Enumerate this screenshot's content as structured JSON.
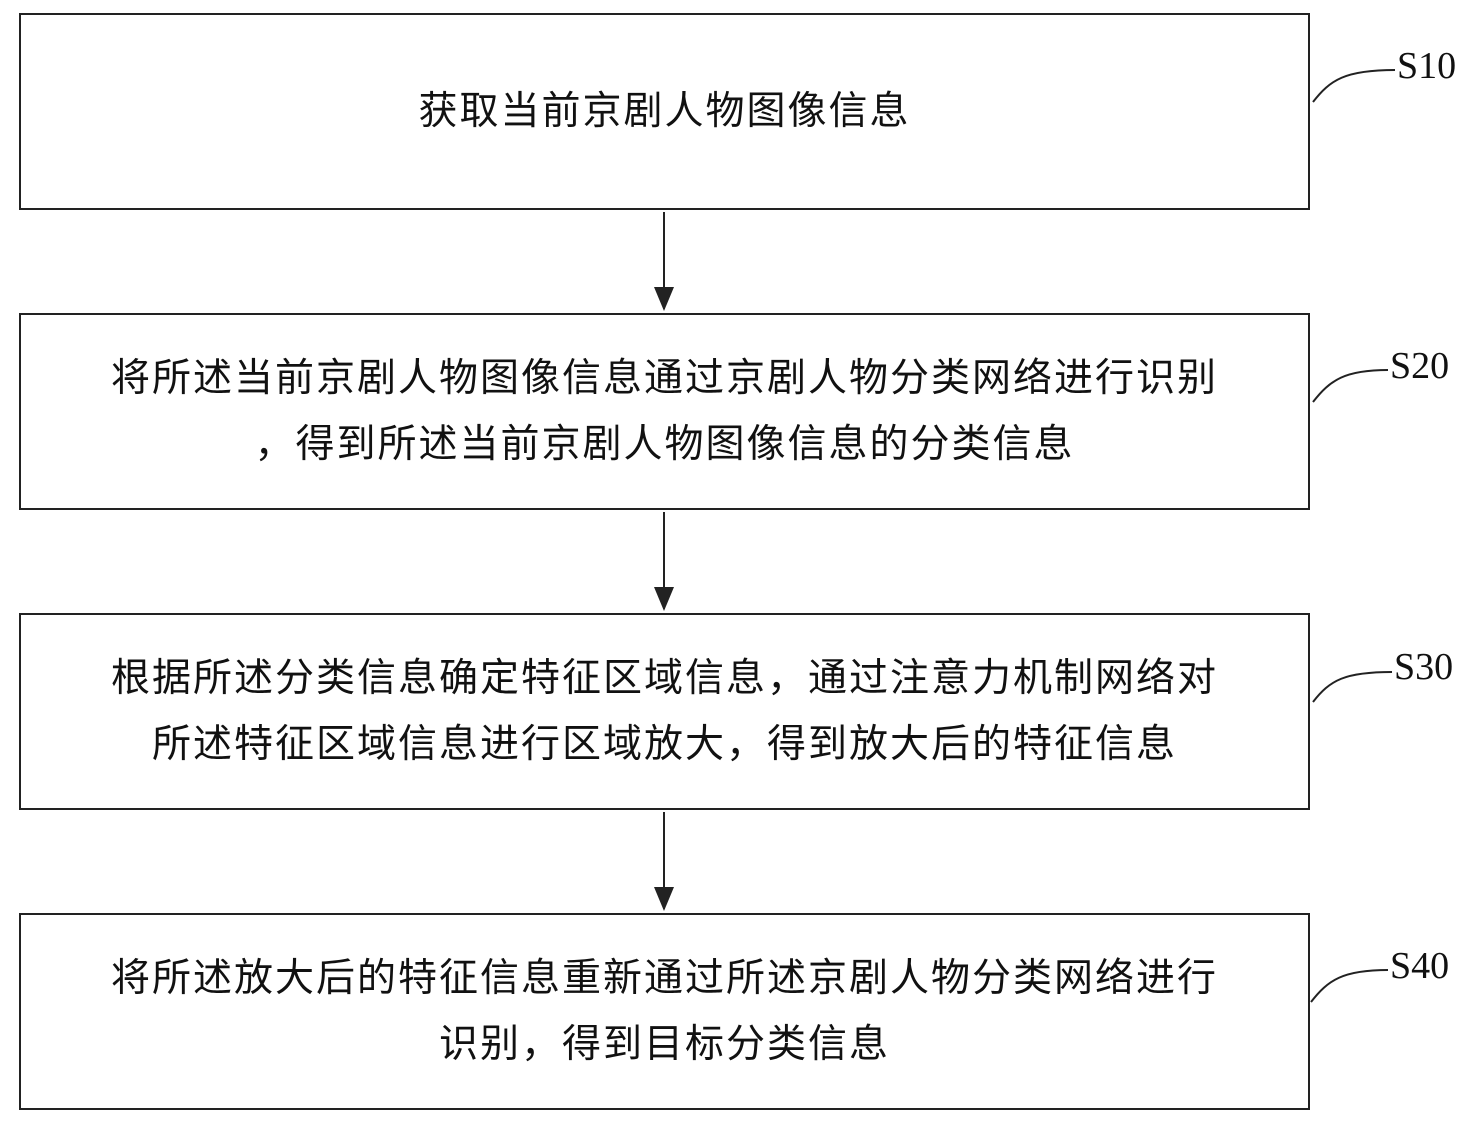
{
  "steps": [
    {
      "label": "S10",
      "text": "获取当前京剧人物图像信息"
    },
    {
      "label": "S20",
      "text": "将所述当前京剧人物图像信息通过京剧人物分类网络进行识别\n，得到所述当前京剧人物图像信息的分类信息"
    },
    {
      "label": "S30",
      "text": "根据所述分类信息确定特征区域信息，通过注意力机制网络对\n所述特征区域信息进行区域放大，得到放大后的特征信息"
    },
    {
      "label": "S40",
      "text": "将所述放大后的特征信息重新通过所述京剧人物分类网络进行\n识别，得到目标分类信息"
    }
  ],
  "colors": {
    "line": "#222222",
    "background": "#ffffff"
  }
}
